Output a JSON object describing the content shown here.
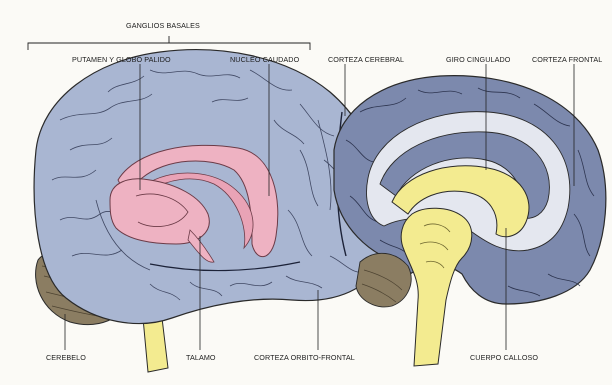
{
  "labels": {
    "ganglios_basales": "GANGLIOS BASALES",
    "putamen": "PUTAMEN Y GLOBO PALIDO",
    "nucleo_caudado": "NUCLEO CAUDADO",
    "corteza_cerebral": "CORTEZA CEREBRAL",
    "giro_cingulado": "GIRO CINGULADO",
    "corteza_frontal": "CORTEZA FRONTAL",
    "cerebelo": "CEREBELO",
    "talamo": "TALAMO",
    "corteza_orbito_frontal": "CORTEZA ORBITO-FRONTAL",
    "cuerpo_calloso": "CUERPO CALLOSO"
  },
  "colors": {
    "cortex_lateral": "#a9b6d2",
    "cortex_medial": "#7c89ad",
    "white_matter": "#e4e7ef",
    "basal_ganglia": "#eeb2c2",
    "brainstem": "#f3eb90",
    "cerebellum": "#8b7d62",
    "outline": "#2a2a2a"
  }
}
